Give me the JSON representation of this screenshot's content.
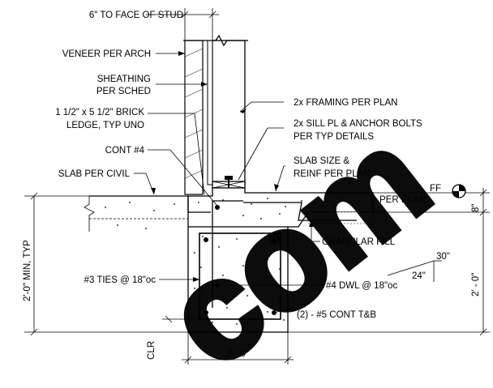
{
  "notes": {
    "stud_face": "6\" TO FACE OF STUD",
    "veneer": "VENEER PER ARCH",
    "sheathing_1": "SHEATHING",
    "sheathing_2": "PER SCHED",
    "framing": "2x FRAMING PER PLAN",
    "ledge_1": "1 1/2\" x 5 1/2\" BRICK",
    "ledge_2": "LEDGE, TYP UNO",
    "sill_1": "2x SILL PL & ANCHOR BOLTS",
    "sill_2": "PER TYP DETAILS",
    "cont4": "CONT #4",
    "slab_civil": "SLAB PER CIVIL",
    "slab_size_1": "SLAB SIZE &",
    "slab_size_2": "REINF PER PLAN",
    "ff": "FF",
    "per_plan": "PER PLAN",
    "granular_fill": "GRANULAR FILL",
    "ties": "#3 TIES @ 18\"oc",
    "dowel": "#4 DWL @ 18\"oc",
    "cont_tb": "(2) - #5 CONT T&B",
    "clr": "CLR",
    "min_typ": "2'-0\" MIN, TYP",
    "dim_8": "8\"",
    "dim_2_0_right": "2' - 0\"",
    "dim_2_0_bottom": "2' - 0\"",
    "dim_30": "30\"",
    "dim_24": "24\""
  },
  "watermark": "com",
  "icons": [
    "break-line-icon",
    "datum-symbol-icon",
    "rebar-hook-icon"
  ]
}
